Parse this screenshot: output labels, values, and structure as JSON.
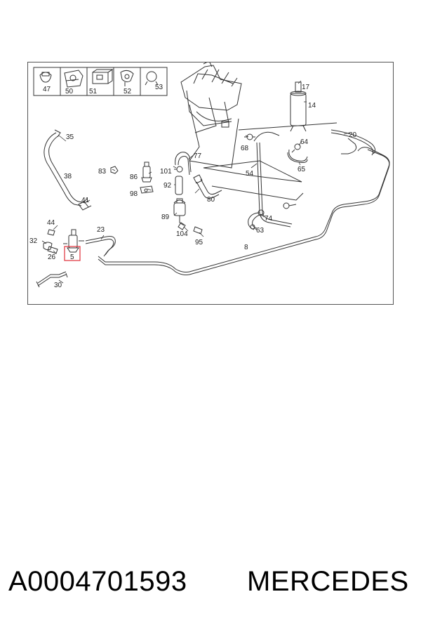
{
  "footer": {
    "part_number": "A0004701593",
    "brand": "MERCEDES"
  },
  "diagram": {
    "highlight_color": "#e0303a",
    "line_color": "#333333",
    "legend_items": [
      {
        "number": "47",
        "icon": "hose-clamp-icon"
      },
      {
        "number": "50",
        "icon": "bracket-icon"
      },
      {
        "number": "51",
        "icon": "mount-block-icon"
      },
      {
        "number": "52",
        "icon": "clip-icon"
      },
      {
        "number": "53",
        "icon": "ring-clamp-icon"
      }
    ],
    "callouts": {
      "c47": "47",
      "c50": "50",
      "c51": "51",
      "c52": "52",
      "c53": "53",
      "c17": "17",
      "c14": "14",
      "c20": "20",
      "c35": "35",
      "c38": "38",
      "c41": "41",
      "c68": "68",
      "c64": "64",
      "c65": "65",
      "c54": "54",
      "c77": "77",
      "c83": "83",
      "c86": "86",
      "c101": "101",
      "c92": "92",
      "c98": "98",
      "c80": "80",
      "c89": "89",
      "c104": "104",
      "c95": "95",
      "c74": "74",
      "c63": "63",
      "c44": "44",
      "c32": "32",
      "c23": "23",
      "c26": "26",
      "c5": "5",
      "c8": "8",
      "c30": "30"
    }
  }
}
